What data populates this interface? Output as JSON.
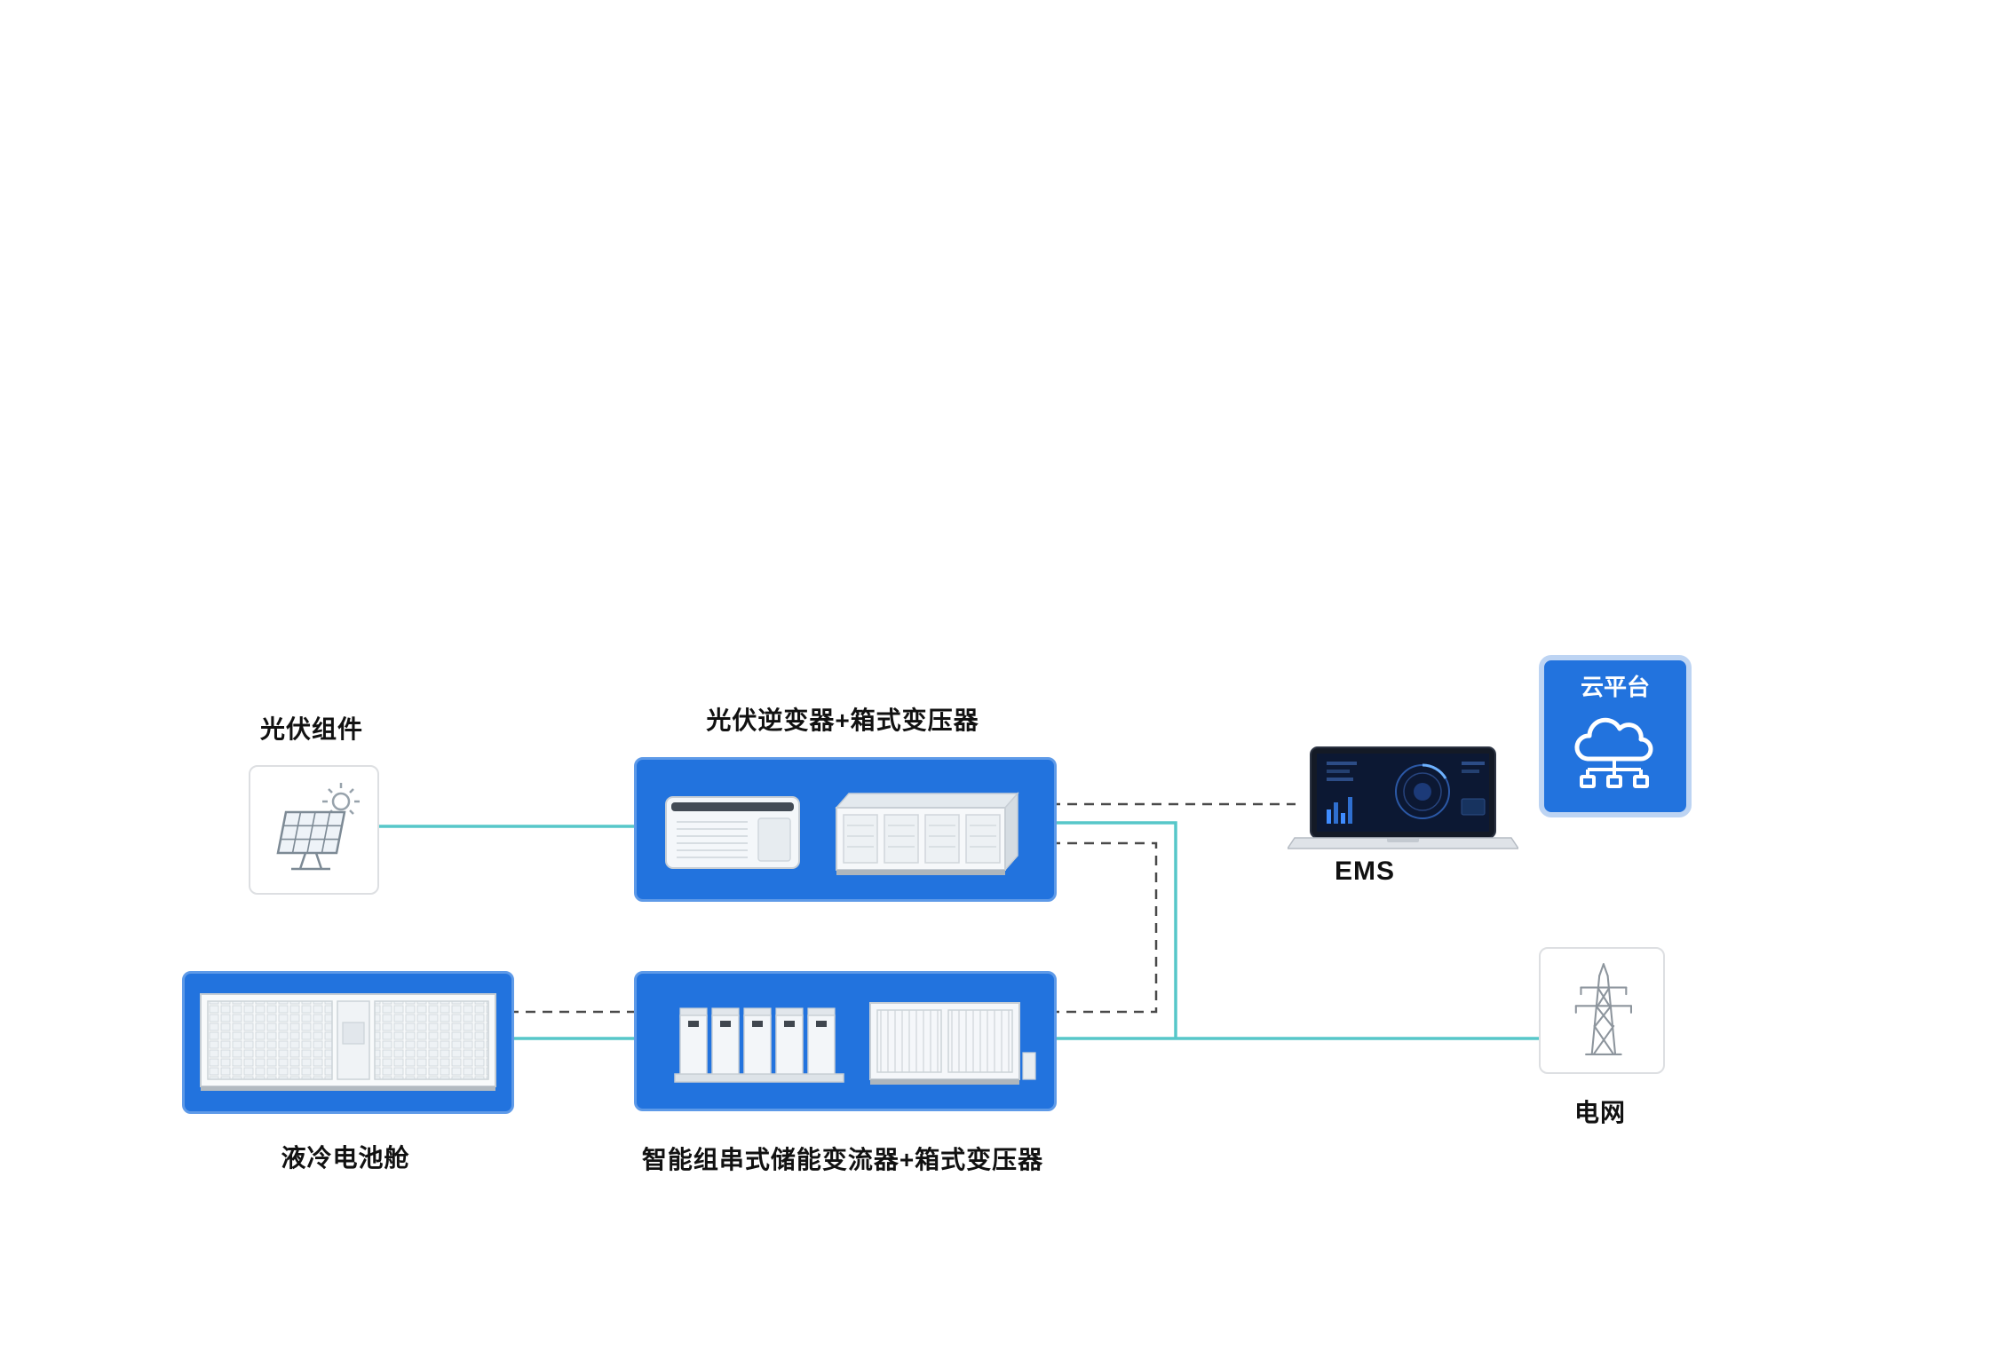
{
  "colors": {
    "canvas_bg": "#ffffff",
    "box_blue": "#2273de",
    "box_blue_border": "#5e9ae8",
    "cloud_ring": "#bdd4f3",
    "teal_line": "#57c7c9",
    "dash_line": "#4a4a4a",
    "label": "#111111"
  },
  "nodes": {
    "pv_module": {
      "label": "光伏组件"
    },
    "pv_inverter": {
      "label": "光伏逆变器+箱式变压器"
    },
    "ems": {
      "label": "EMS"
    },
    "cloud": {
      "label": "云平台"
    },
    "battery": {
      "label": "液冷电池舱"
    },
    "storage_converter": {
      "label": "智能组串式储能变流器+箱式变压器"
    },
    "grid": {
      "label": "电网"
    }
  }
}
